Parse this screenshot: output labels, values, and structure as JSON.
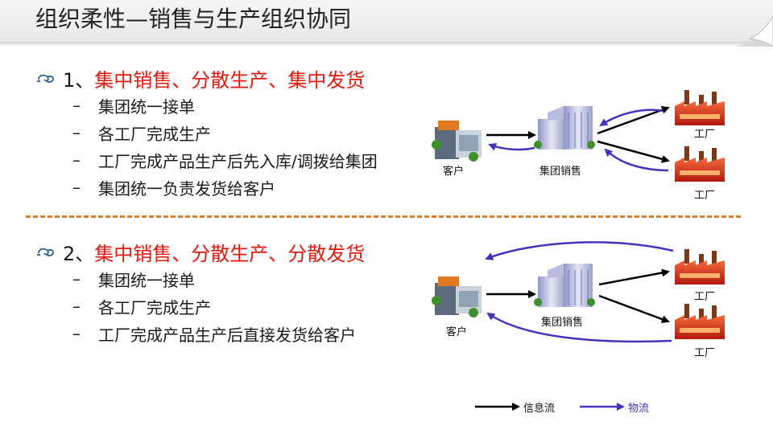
{
  "title": "组织柔性—销售与生产组织协同",
  "sections": [
    {
      "num": "1、",
      "headline": "集中销售、分散生产、集中发货",
      "items": [
        "集团统一接单",
        "各工厂完成生产",
        "工厂完成产品生产后先入库/调拨给集团",
        "集团统一负责发货给客户"
      ],
      "customer_label": "客户",
      "group_label": "集团销售",
      "factory_labels": [
        "工厂",
        "工厂"
      ]
    },
    {
      "num": "2、",
      "headline": "集中销售、分散生产、分散发货",
      "items": [
        "集团统一接单",
        "各工厂完成生产",
        "工厂完成产品生产后直接发货给客户"
      ],
      "customer_label": "客户",
      "group_label": "集团销售",
      "factory_labels": [
        "工厂",
        "工厂"
      ]
    }
  ],
  "legend": {
    "info_flow": "信息流",
    "logistics": "物流"
  },
  "colors": {
    "title_highlight": "#e0190f",
    "info_arrow": "#000000",
    "logistics_arrow": "#4433bb",
    "divider": "#d9822b"
  },
  "icons": {
    "bullet": "swirl-bullet-icon",
    "customer": "shop-icon",
    "group": "office-building-icon",
    "factory": "factory-icon"
  }
}
